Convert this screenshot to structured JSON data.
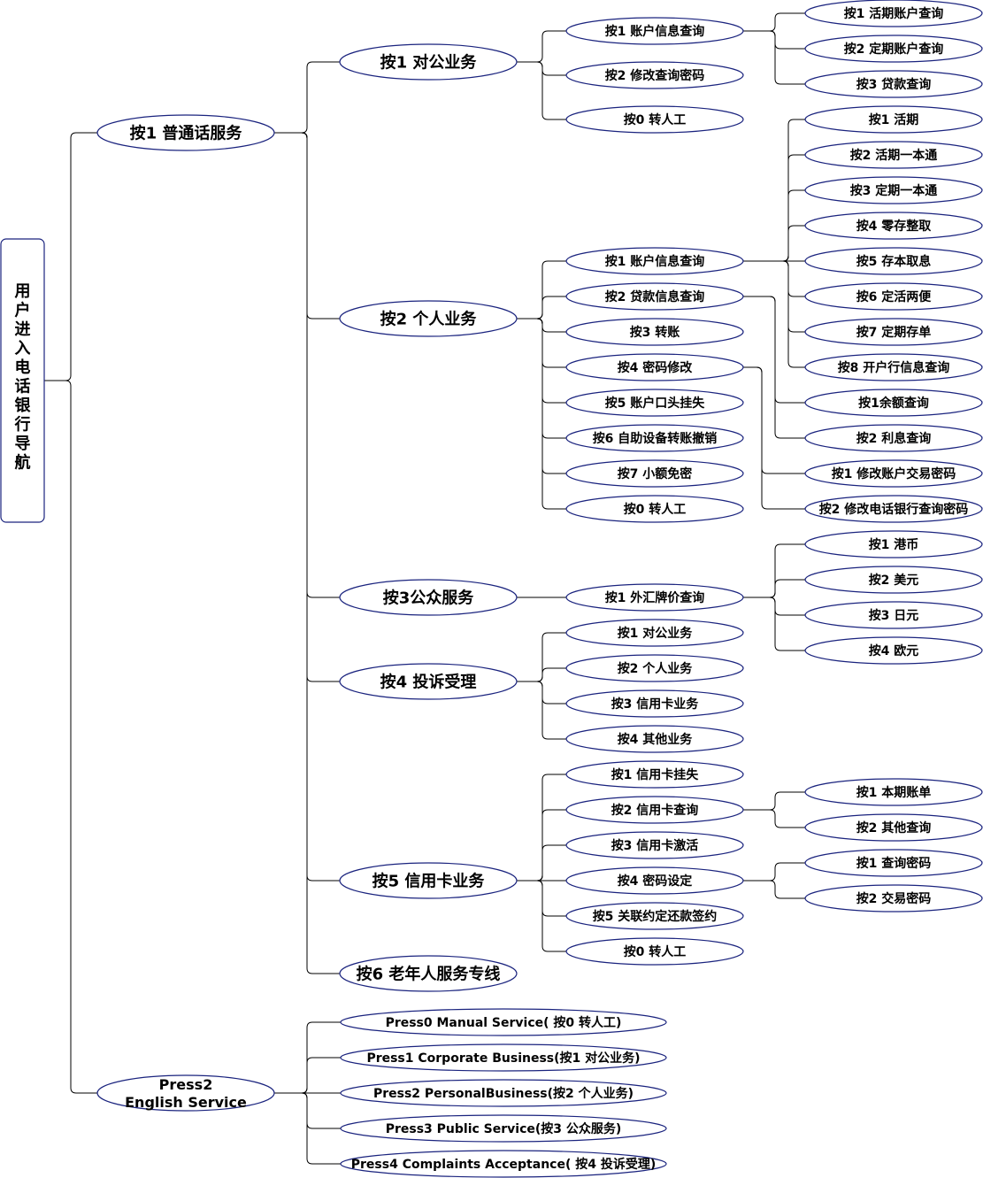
{
  "root": "用户进入电话银行导航",
  "mandarin": {
    "label": "按1 普通话服务",
    "corporate": {
      "label": "按1 对公业务",
      "items": [
        {
          "label": "按1 账户信息查询",
          "children": [
            "按1 活期账户查询",
            "按2 定期账户查询",
            "按3 贷款查询"
          ]
        },
        {
          "label": "按2 修改查询密码"
        },
        {
          "label": "按0 转人工"
        }
      ]
    },
    "personal": {
      "label": "按2 个人业务",
      "items": [
        {
          "label": "按1 账户信息查询",
          "children": [
            "按1 活期",
            "按2 活期一本通",
            "按3 定期一本通",
            "按4 零存整取",
            "按5 存本取息",
            "按6 定活两便",
            "按7 定期存单",
            "按8 开户行信息查询"
          ]
        },
        {
          "label": "按2 贷款信息查询",
          "children": [
            "按1余额查询",
            "按2 利息查询"
          ]
        },
        {
          "label": "按3 转账"
        },
        {
          "label": "按4 密码修改",
          "children": [
            "按1 修改账户交易密码",
            "按2 修改电话银行查询密码"
          ]
        },
        {
          "label": "按5 账户口头挂失"
        },
        {
          "label": "按6 自助设备转账撤销"
        },
        {
          "label": "按7 小额免密"
        },
        {
          "label": "按0 转人工"
        }
      ]
    },
    "public": {
      "label": "按3公众服务",
      "items": [
        {
          "label": "按1 外汇牌价查询",
          "children": [
            "按1 港币",
            "按2 美元",
            "按3 日元",
            "按4 欧元"
          ]
        }
      ]
    },
    "complaint": {
      "label": "按4 投诉受理",
      "items": [
        {
          "label": "按1 对公业务"
        },
        {
          "label": "按2 个人业务"
        },
        {
          "label": "按3 信用卡业务"
        },
        {
          "label": "按4 其他业务"
        }
      ]
    },
    "credit": {
      "label": "按5 信用卡业务",
      "items": [
        {
          "label": "按1 信用卡挂失"
        },
        {
          "label": "按2 信用卡查询",
          "children": [
            "按1 本期账单",
            "按2 其他查询"
          ]
        },
        {
          "label": "按3 信用卡激活"
        },
        {
          "label": "按4 密码设定",
          "children": [
            "按1 查询密码",
            "按2 交易密码"
          ]
        },
        {
          "label": "按5 关联约定还款签约"
        },
        {
          "label": "按0 转人工"
        }
      ]
    },
    "elderly": {
      "label": "按6 老年人服务专线"
    }
  },
  "english": {
    "label_line1": "Press2",
    "label_line2": "English Service",
    "items": [
      "Press0 Manual Service( 按0 转人工)",
      "Press1 Corporate Business(按1 对公业务)",
      "Press2 PersonalBusiness(按2 个人业务)",
      "Press3 Public Service(按3 公众服务)",
      "Press4 Complaints Acceptance( 按4 投诉受理)"
    ]
  },
  "colors": {
    "stroke": "#000000",
    "ellipse_border": "#1a237e",
    "root_border": "#1a237e",
    "background": "#ffffff"
  }
}
